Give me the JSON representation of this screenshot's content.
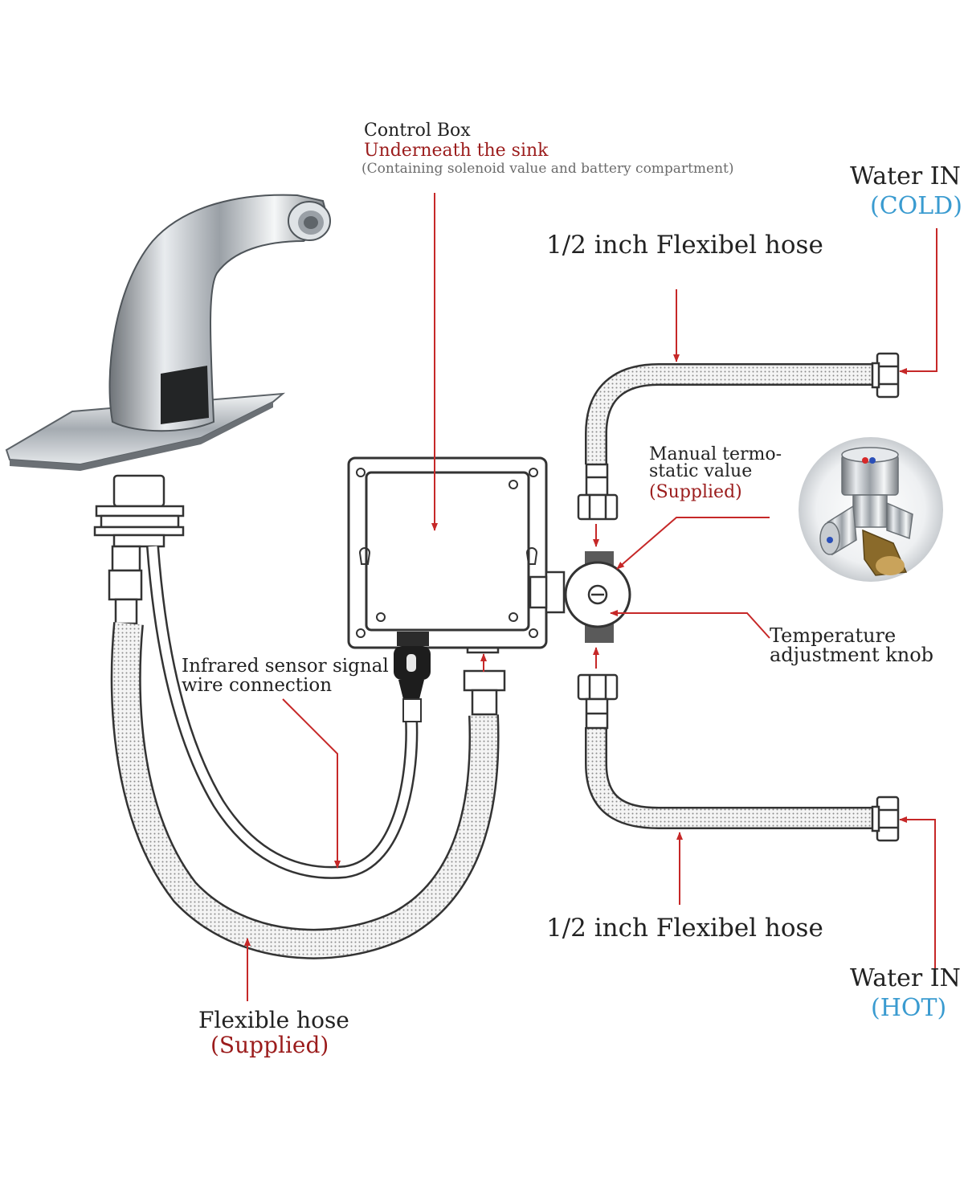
{
  "colors": {
    "arrow": "#c62828",
    "label_dark": "#222222",
    "label_red": "#9b1c1c",
    "label_blue": "#3a9bd0",
    "label_grey": "#6b6b6b"
  },
  "labels": {
    "control_box": {
      "title": "Control Box",
      "location": "Underneath the sink",
      "note": "(Containing solenoid value and battery compartment)"
    },
    "water_in_cold": {
      "title": "Water IN",
      "sub": "(COLD)"
    },
    "water_in_hot": {
      "title": "Water IN",
      "sub": "(HOT)"
    },
    "hose_top": "1/2 inch Flexibel hose",
    "hose_bottom": "1/2 inch Flexibel hose",
    "thermostatic_valve": {
      "line1": "Manual termo-",
      "line2": "static value",
      "sub": "(Supplied)"
    },
    "temperature_knob": {
      "line1": "Temperature",
      "line2": "adjustment knob"
    },
    "sensor_wire": {
      "line1": "Infrared sensor signal",
      "line2": "wire connection"
    },
    "flexible_hose": {
      "title": "Flexible hose",
      "sub": "(Supplied)"
    }
  }
}
